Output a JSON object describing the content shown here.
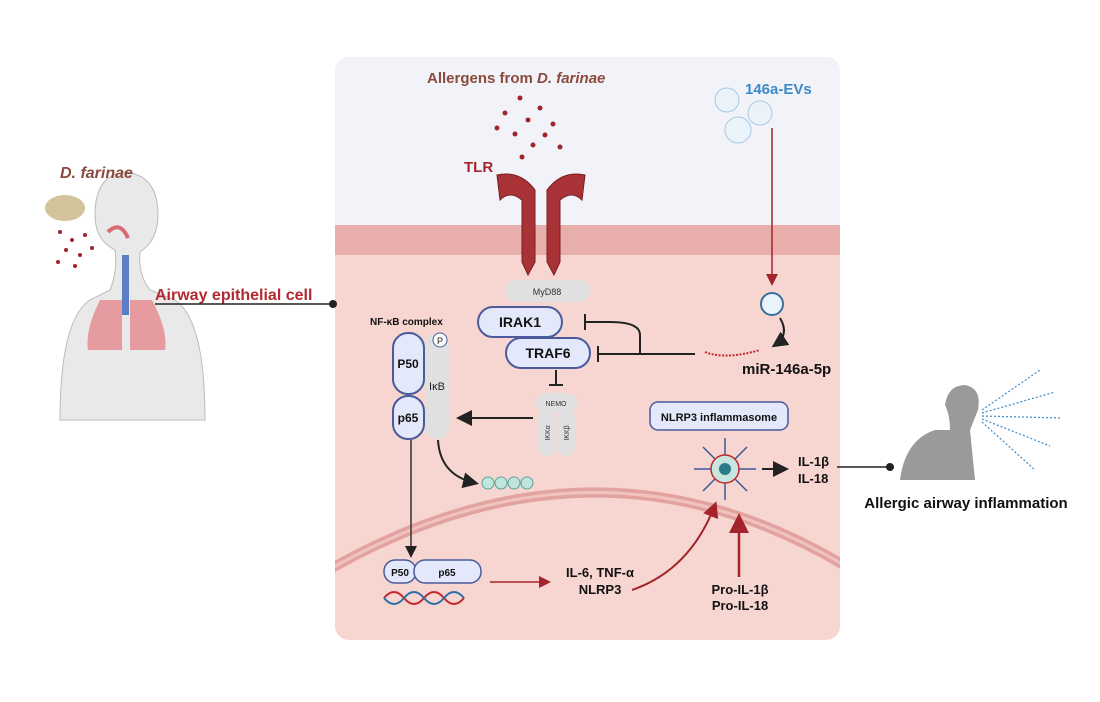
{
  "labels": {
    "d_farinae": "D. farinae",
    "airway_epithelial_cell": "Airway epithelial cell",
    "allergens_prefix": "Allergens from ",
    "allergens_species": "D. farinae",
    "evs": "146a-EVs",
    "tlr": "TLR",
    "myd88": "MyD88",
    "irak1": "IRAK1",
    "traf6": "TRAF6",
    "mirna": "miR-146a-5p",
    "nfkb_complex": "NF-κB complex",
    "p50": "P50",
    "p65": "p65",
    "ikb": "IκB",
    "phospho": "P",
    "nemo": "NEMO",
    "ikka": "IKKα",
    "ikkb": "IKKβ",
    "nlrp3_inflammasome": "NLRP3 inflammasome",
    "il1b": "IL-1β",
    "il18": "IL-18",
    "nuc_p50": "P50",
    "nuc_p65": "p65",
    "genes_line1": "IL-6, TNF-α",
    "genes_line2": "NLRP3",
    "pro_il1b": "Pro-IL-1β",
    "pro_il18": "Pro-IL-18",
    "allergic_inflammation": "Allergic airway inflammation"
  },
  "colors": {
    "extracellular": "#f2f3f9",
    "membrane": "#e8aeab",
    "cytoplasm": "#f7d5d0",
    "protein_fill": "#e3e8fa",
    "protein_stroke": "#4a5a9a",
    "dark_red": "#a3242b",
    "brown_text": "#8b4a3c",
    "blue_text": "#3b8ac9"
  }
}
